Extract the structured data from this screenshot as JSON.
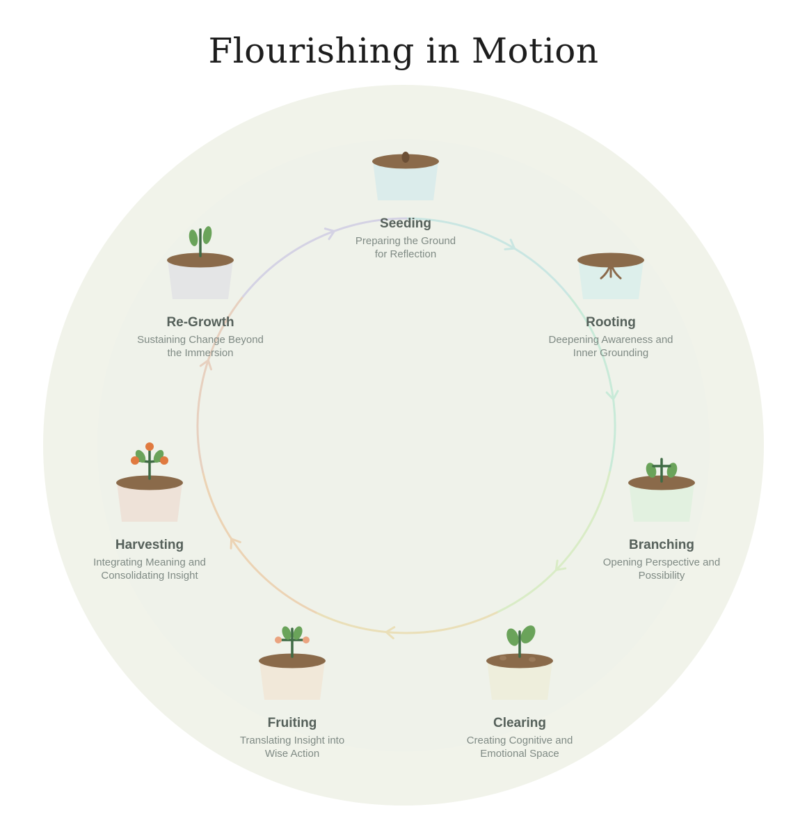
{
  "title": "Flourishing in Motion",
  "colors": {
    "page_background": "#ffffff",
    "outer_circle": "#f1f3ea",
    "inner_circle": "#eff2ea",
    "soil": "#8a6a4a",
    "stem": "#3f6b45",
    "leaf": "#6aa35a",
    "fruit": "#e07a3f",
    "name_text": "#55605a",
    "desc_text": "#7f8a84"
  },
  "stages": [
    {
      "id": "seeding",
      "name": "Seeding",
      "description_lines": [
        "Preparing the Ground",
        "for Reflection"
      ],
      "icon": "seed-pot-icon",
      "pot_color": "#dbeceb",
      "arc_color": "#c9e6e2"
    },
    {
      "id": "rooting",
      "name": "Rooting",
      "description_lines": [
        "Deepening Awareness and",
        "Inner Grounding"
      ],
      "icon": "roots-pot-icon",
      "pot_color": "#ddefeb",
      "arc_color": "#c8ead8"
    },
    {
      "id": "branching",
      "name": "Branching",
      "description_lines": [
        "Opening Perspective and",
        "Possibility"
      ],
      "icon": "branch-pot-icon",
      "pot_color": "#e2f1e0",
      "arc_color": "#d9ecc6"
    },
    {
      "id": "clearing",
      "name": "Clearing",
      "description_lines": [
        "Creating Cognitive and",
        "Emotional Space"
      ],
      "icon": "sprout-pot-icon",
      "pot_color": "#eeeedc",
      "arc_color": "#eadfb8"
    },
    {
      "id": "fruiting",
      "name": "Fruiting",
      "description_lines": [
        "Translating Insight into",
        "Wise Action"
      ],
      "icon": "budding-plant-pot-icon",
      "pot_color": "#f1e8d9",
      "arc_color": "#ecd3b4"
    },
    {
      "id": "harvesting",
      "name": "Harvesting",
      "description_lines": [
        "Integrating Meaning and",
        "Consolidating Insight"
      ],
      "icon": "fruit-plant-pot-icon",
      "pot_color": "#eee2d8",
      "arc_color": "#e7d0bf"
    },
    {
      "id": "re-growth",
      "name": "Re-Growth",
      "description_lines": [
        "Sustaining Change Beyond",
        "the Immersion"
      ],
      "icon": "seedling-pot-icon",
      "pot_color": "#e4e5e6",
      "arc_color": "#d4d2e4"
    }
  ]
}
